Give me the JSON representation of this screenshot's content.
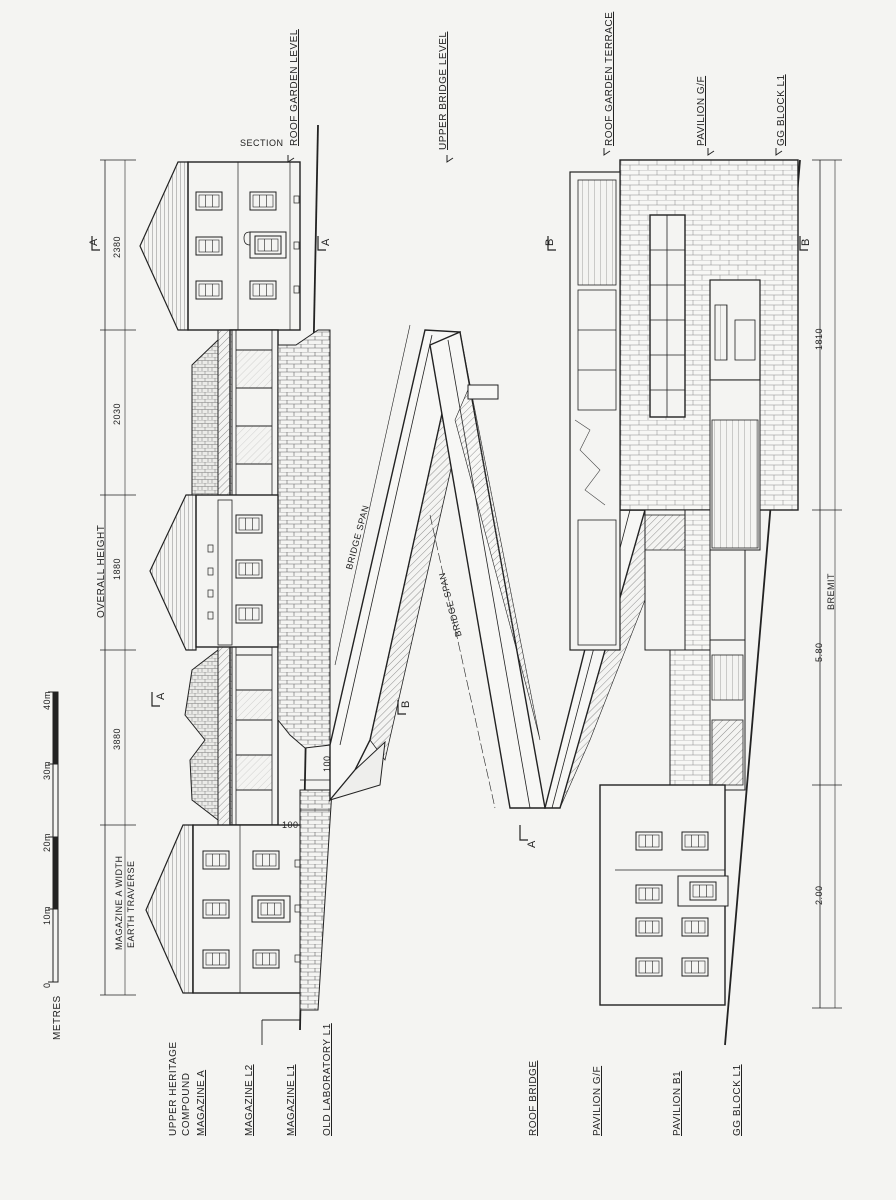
{
  "labels": {
    "section": "SECTION",
    "section_marks": [
      "A",
      "A",
      "B",
      "B",
      "A",
      "B",
      "A"
    ],
    "overall_height": "OVERALL HEIGHT",
    "magazine_note": [
      "MAGAZINE A WIDTH",
      "EARTH TRAVERSE"
    ],
    "bridge_span": "BRIDGE SPAN",
    "bridge_span_2": "BRIDGE SPAN",
    "metres": "METRES",
    "scale_ticks": [
      "0",
      "10m",
      "20m",
      "30m",
      "40m"
    ]
  },
  "dims_left": [
    "2380",
    "2030",
    "1880",
    "3880"
  ],
  "dims_right": [
    "1810",
    "5.80",
    "2.00"
  ],
  "dims_right_label": "BREMIT",
  "small_dims": [
    "100",
    "100"
  ],
  "top_levels": [
    "ROOF GARDEN LEVEL",
    "UPPER BRIDGE LEVEL",
    "ROOF GARDEN TERRACE",
    "PAVILION G/F",
    "GG BLOCK L1"
  ],
  "bottom_labels": [
    {
      "line1": "UPPER HERITAGE",
      "line2": "COMPOUND"
    },
    {
      "line1": "MAGAZINE A",
      "line2": ""
    },
    {
      "line1": "MAGAZINE L2",
      "line2": ""
    },
    {
      "line1": "MAGAZINE L1",
      "line2": ""
    },
    {
      "line1": "OLD LABORATORY L1",
      "line2": ""
    },
    {
      "line1": "ROOF BRIDGE",
      "line2": ""
    },
    {
      "line1": "PAVILION G/F",
      "line2": ""
    },
    {
      "line1": "PAVILION B1",
      "line2": ""
    },
    {
      "line1": "GG BLOCK L1",
      "line2": ""
    }
  ],
  "colors": {
    "paper": "#f4f4f2",
    "ink": "#222222",
    "hatch": "#555555"
  }
}
